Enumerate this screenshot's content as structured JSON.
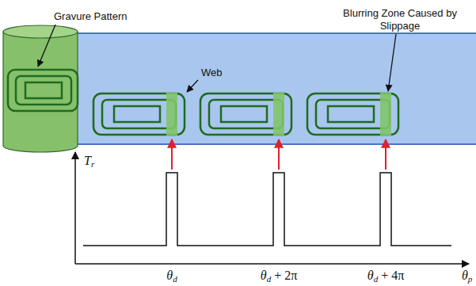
{
  "diagram": {
    "labels": [
      "Gravure Pattern",
      "Web",
      "Blurring Zone Caused by Slippage",
      "Tr",
      "θd",
      "θd + 2π",
      "θd + 4π",
      "θp"
    ]
  }
}
